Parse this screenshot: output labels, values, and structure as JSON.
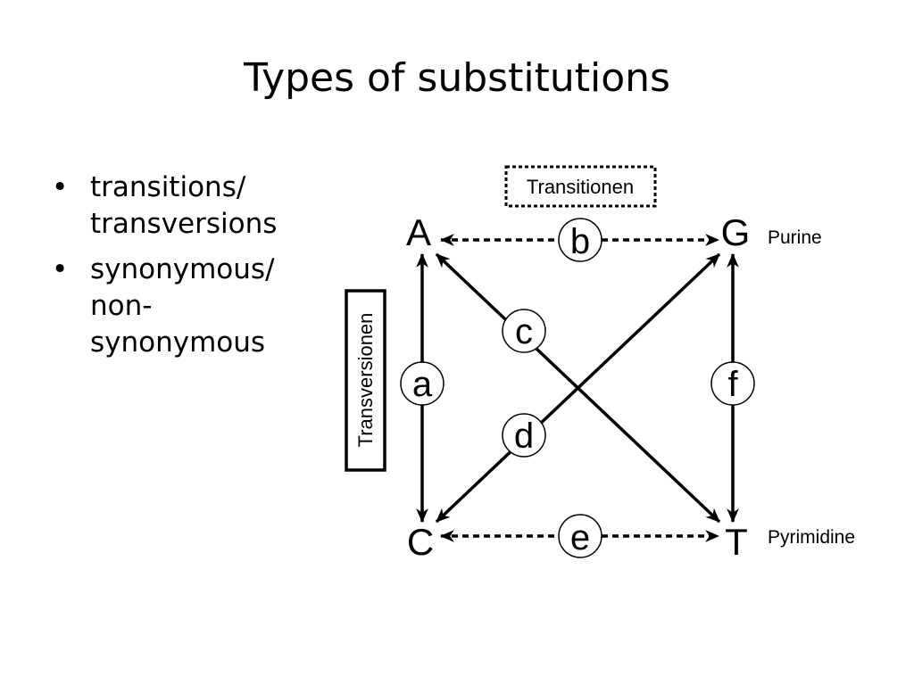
{
  "slide": {
    "title": "Types of substitutions",
    "bullets": [
      {
        "symbol": "•",
        "text": "transitions/\ntransversions"
      },
      {
        "symbol": "•",
        "text": "synonymous/\nnon-\nsynonymous"
      }
    ]
  },
  "diagram": {
    "nodes": {
      "A": "A",
      "G": "G",
      "C": "C",
      "T": "T"
    },
    "edges": {
      "a": "a",
      "b": "b",
      "c": "c",
      "d": "d",
      "e": "e",
      "f": "f"
    },
    "groups": {
      "purine": "Purine",
      "pyrimidine": "Pyrimidine"
    },
    "boxes": {
      "transitions": "Transitionen",
      "transversions": "Transversionen"
    }
  }
}
